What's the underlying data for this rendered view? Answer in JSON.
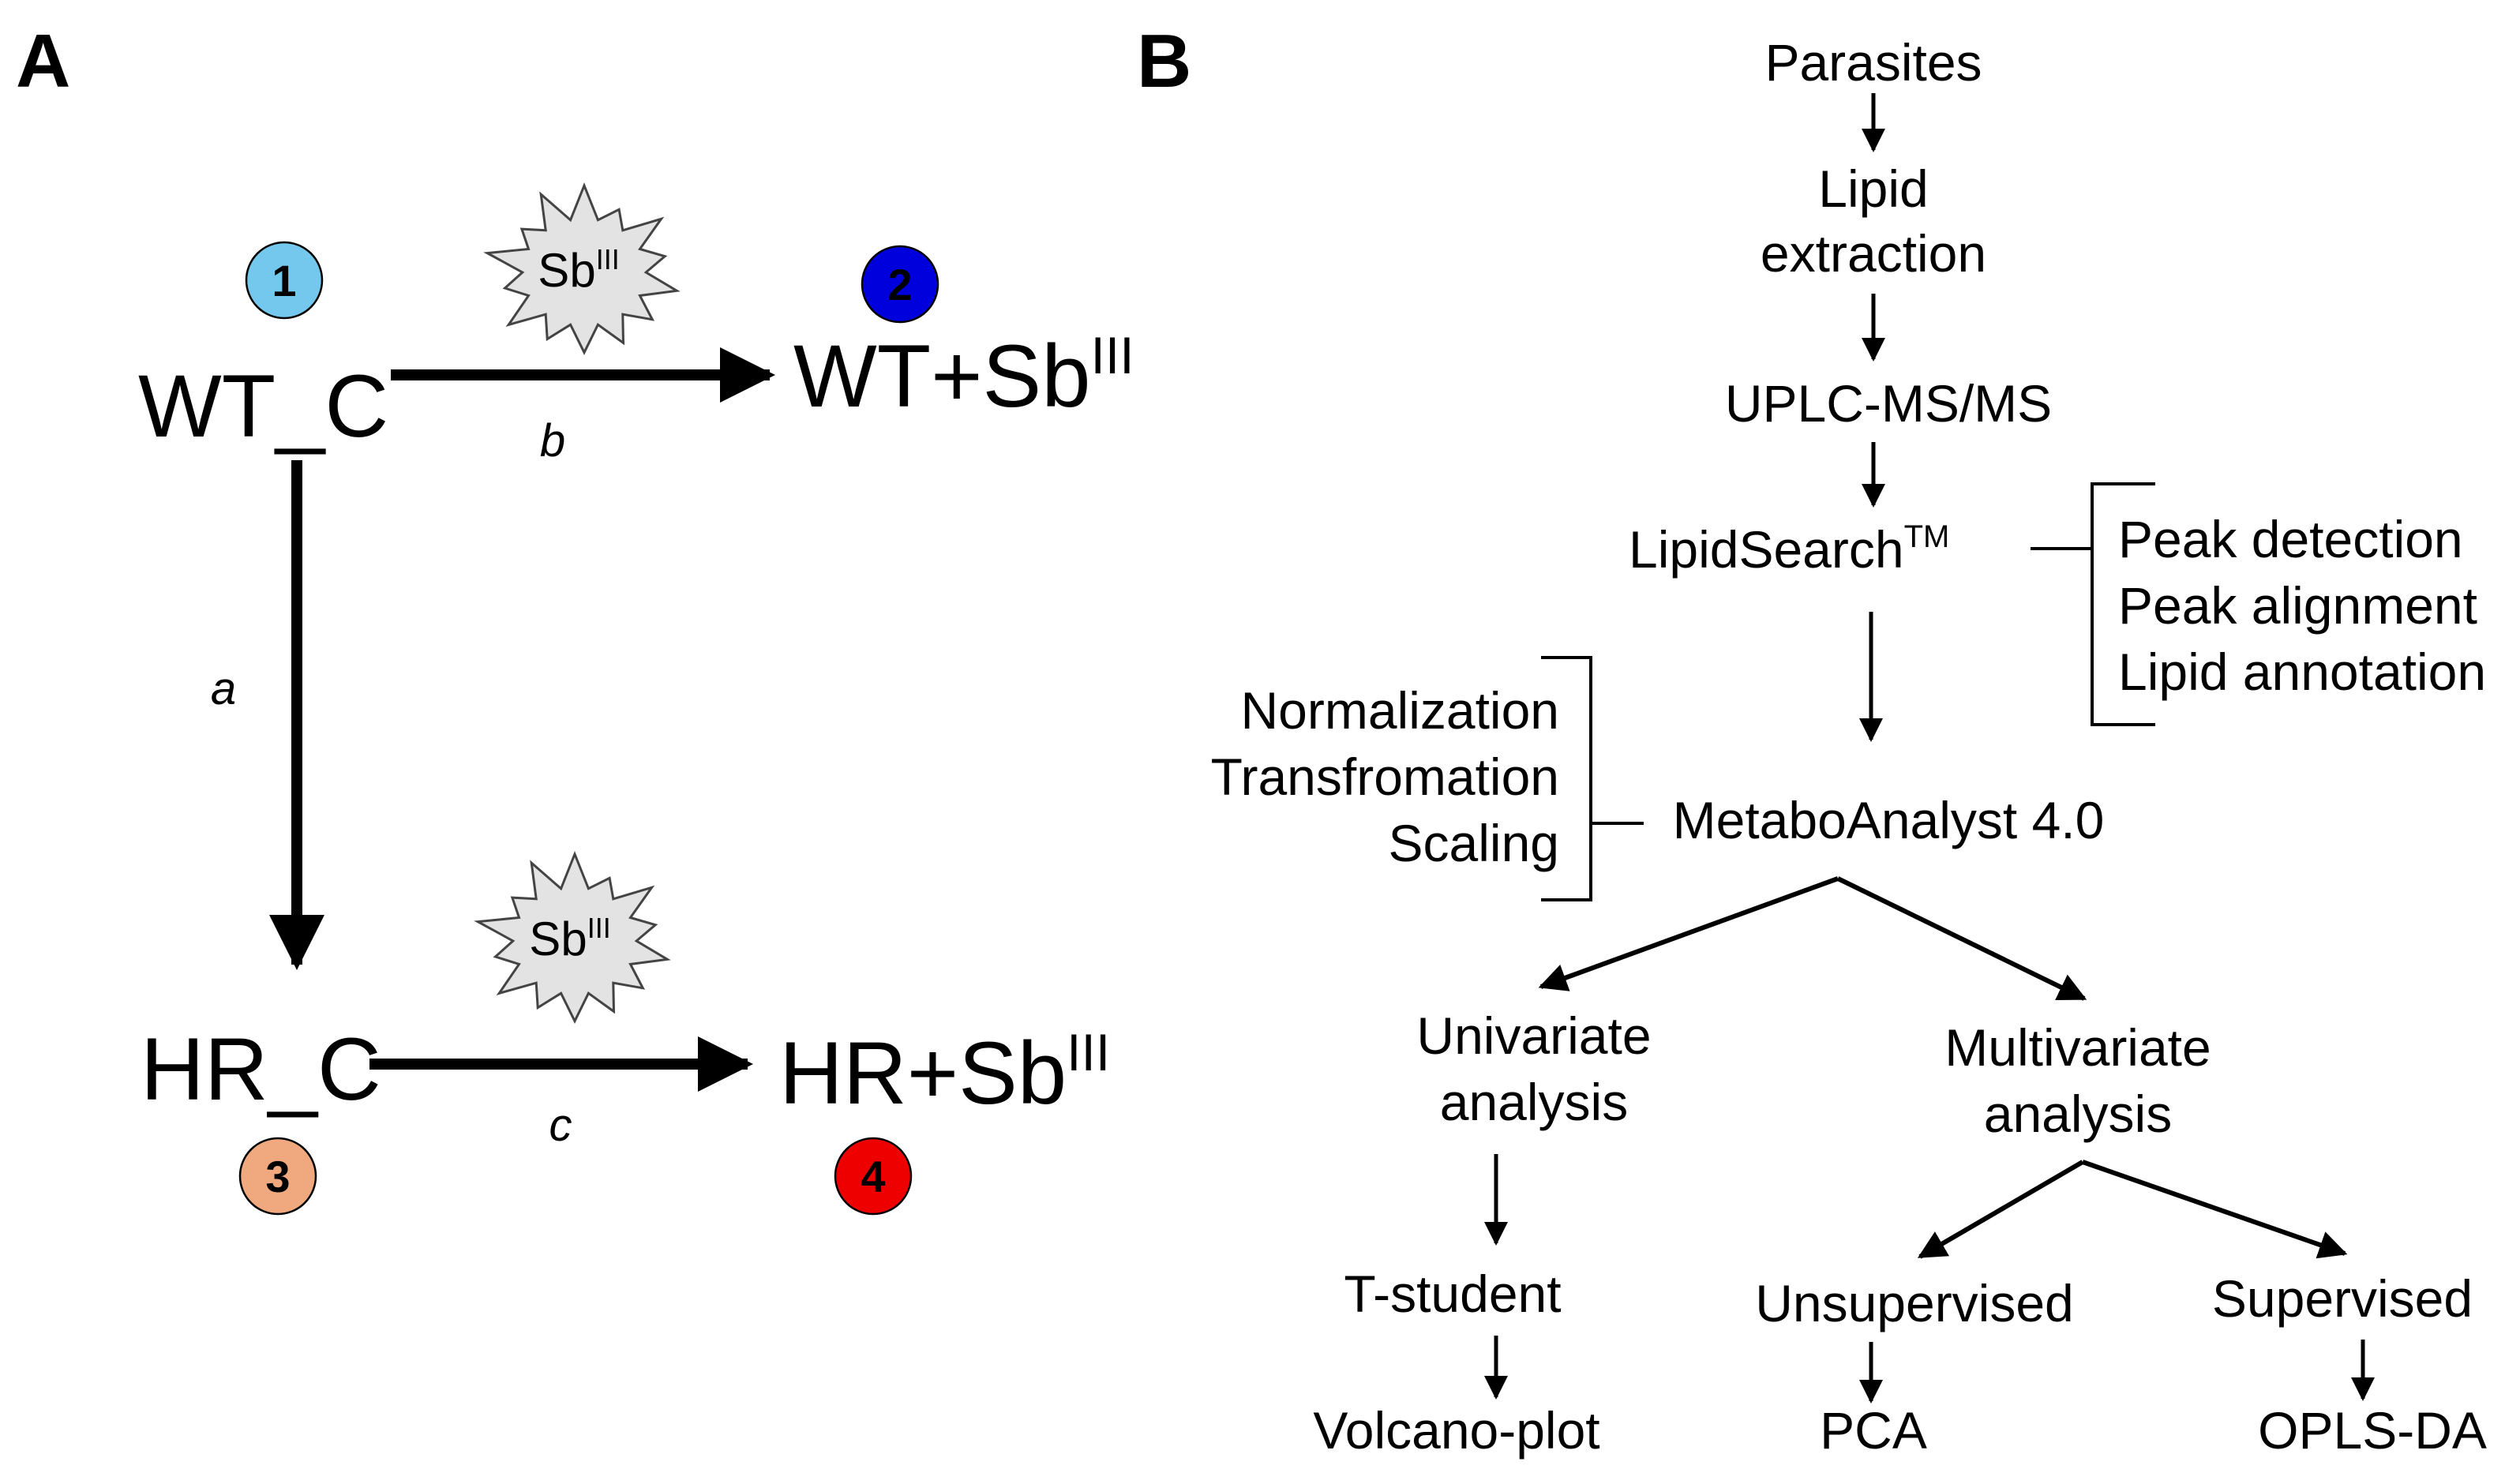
{
  "panel_a": {
    "label": "A",
    "nodes": {
      "wt_c": "WT_C",
      "wt_sb": "WT+Sb",
      "hr_c": "HR_C",
      "hr_sb": "HR+Sb"
    },
    "superscript": "III",
    "treatment": "Sb",
    "edges": {
      "a": "a",
      "b": "b",
      "c": "c"
    },
    "badges": [
      {
        "num": "1",
        "color": "#74c8ee",
        "text_color": "#000000"
      },
      {
        "num": "2",
        "color": "#0000dd",
        "text_color": "#ffffff"
      },
      {
        "num": "3",
        "color": "#f0a87e",
        "text_color": "#000000"
      },
      {
        "num": "4",
        "color": "#ee0000",
        "text_color": "#ffffff"
      }
    ],
    "starburst_fill": "#e3e3e3"
  },
  "panel_b": {
    "label": "B",
    "steps": {
      "parasites": "Parasites",
      "lipid": "Lipid",
      "extraction": "extraction",
      "uplc": "UPLC-MS/MS",
      "lipidsearch": "LipidSearch",
      "tm": "TM",
      "metabo": "MetaboAnalyst 4.0",
      "univariate_1": "Univariate",
      "univariate_2": "analysis",
      "multivariate_1": "Multivariate",
      "multivariate_2": "analysis",
      "tstudent": "T-student",
      "volcano": "Volcano-plot",
      "unsupervised": "Unsupervised",
      "supervised": "Supervised",
      "pca": "PCA",
      "oplsda": "OPLS-DA"
    },
    "right_group": [
      "Peak detection",
      "Peak alignment",
      "Lipid annotation"
    ],
    "left_group": [
      "Normalization",
      "Transfromation",
      "Scaling"
    ]
  }
}
